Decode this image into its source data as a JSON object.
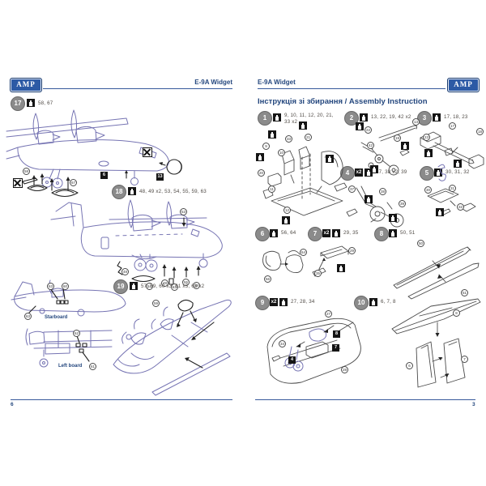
{
  "left_page": {
    "logo": "AMP",
    "header_title": "E-9A Widget",
    "page_number": "6",
    "steps": [
      {
        "number": "17",
        "parts": "58, 67"
      },
      {
        "number": "18",
        "parts": "48, 49 x2, 53, 54, 55, 59, 63"
      },
      {
        "number": "19",
        "parts": "57, 59, 60 x3, 61 x3, 63 x2"
      }
    ],
    "starboard_label": "Starboard",
    "left_board_label": "Left board",
    "callouts": {
      "d17_squares": [
        "6",
        "13"
      ],
      "d17_circles": [
        "58",
        "67"
      ],
      "d18_circles": [
        "53",
        "48",
        "54",
        "49",
        "63",
        "55",
        "59"
      ],
      "d19_circles": [
        "59"
      ],
      "starboard_circles": [
        "63",
        "60",
        "63"
      ],
      "left_board_circles": [
        "62",
        "61"
      ]
    }
  },
  "right_page": {
    "logo": "AMP",
    "header_title": "E-9A Widget",
    "page_title": "Інструкція зі збирання / Assembly Instruction",
    "page_number": "3",
    "x2_label": "x2",
    "steps": [
      {
        "number": "1",
        "parts": "9, 10, 11, 12, 20, 21, 33 x2"
      },
      {
        "number": "2",
        "parts": "13, 22, 19, 42 x2"
      },
      {
        "number": "3",
        "parts": "17, 18, 23"
      },
      {
        "number": "4",
        "x2": true,
        "parts": "37, 38 x2, 39"
      },
      {
        "number": "5",
        "parts": "30, 31, 32"
      },
      {
        "number": "6",
        "parts": "56, 64"
      },
      {
        "number": "7",
        "x2": true,
        "parts": "29, 35"
      },
      {
        "number": "8",
        "parts": "50, 51"
      },
      {
        "number": "9",
        "x2": true,
        "parts": "27, 28, 34"
      },
      {
        "number": "10",
        "parts": "6, 7, 8"
      }
    ],
    "callouts": {
      "s1": [
        "33",
        "21",
        "9",
        "10",
        "20",
        "11",
        "12"
      ],
      "s2": [
        "13",
        "22",
        "19",
        "42"
      ],
      "s3": [
        "17",
        "18",
        "23"
      ],
      "s4": [
        "37",
        "38",
        "39"
      ],
      "s5": [
        "30",
        "31",
        "32"
      ],
      "s6": [
        "64",
        "56"
      ],
      "s7": [
        "29",
        "35"
      ],
      "s8": [
        "50",
        "51"
      ],
      "s9_circles": [
        "27",
        "34",
        "28"
      ],
      "s9_squares": [
        "8",
        "7",
        "4"
      ],
      "s10": [
        "8",
        "6",
        "7"
      ]
    }
  }
}
